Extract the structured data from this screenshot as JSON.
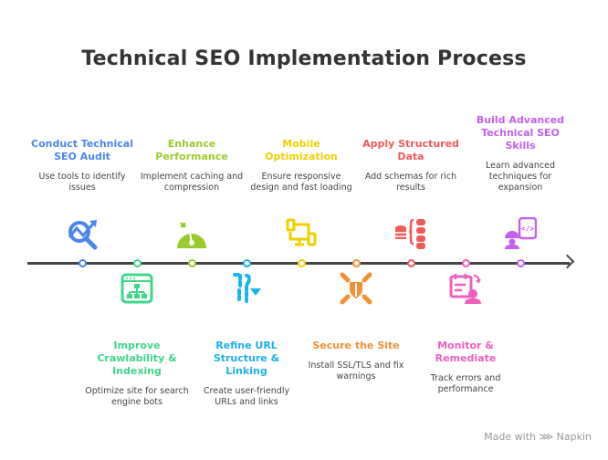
{
  "title": "Technical SEO Implementation Process",
  "footer": "Made with ⋙ Napkin",
  "steps": [
    {
      "title": "Conduct Technical SEO Audit",
      "desc": "Use tools to identify issues",
      "color": "#4a86f0",
      "icon": "magnifier-chart-icon"
    },
    {
      "title": "Improve Crawlability & Indexing",
      "desc": "Optimize site for search engine bots",
      "color": "#3fd68a",
      "icon": "sitemap-window-icon"
    },
    {
      "title": "Enhance Performance",
      "desc": "Implement caching and compression",
      "color": "#9acb2c",
      "icon": "speedometer-icon"
    },
    {
      "title": "Refine URL Structure & Linking",
      "desc": "Create user-friendly URLs and links",
      "color": "#1cb2ea",
      "icon": "dotted-path-icon"
    },
    {
      "title": "Mobile Optimization",
      "desc": "Ensure responsive design and fast loading",
      "color": "#eed000",
      "icon": "devices-icon"
    },
    {
      "title": "Secure the Site",
      "desc": "Install SSL/TLS and fix warnings",
      "color": "#f39035",
      "icon": "shield-network-icon"
    },
    {
      "title": "Apply Structured Data",
      "desc": "Add schemas for rich results",
      "color": "#f05a5a",
      "icon": "database-schema-icon"
    },
    {
      "title": "Monitor & Remediate",
      "desc": "Track errors and performance",
      "color": "#ee5fbf",
      "icon": "calendar-user-icon"
    },
    {
      "title": "Build Advanced Technical SEO Skills",
      "desc": "Learn advanced techniques for expansion",
      "color": "#c460f0",
      "icon": "developer-code-icon"
    }
  ]
}
